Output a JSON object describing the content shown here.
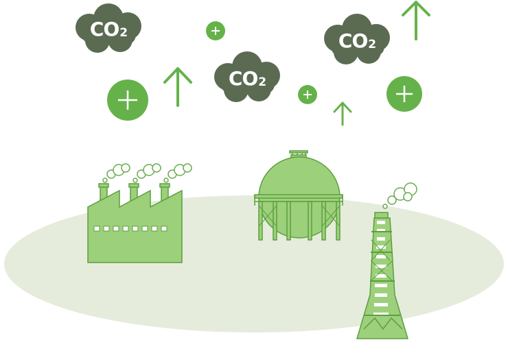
{
  "clouds": [
    {
      "main": "CO",
      "sub": "2"
    },
    {
      "main": "CO",
      "sub": "2"
    },
    {
      "main": "CO",
      "sub": "2"
    }
  ],
  "colors": {
    "co2_cloud": "#5b6b52",
    "plus_circle": "#66b24a",
    "arrow": "#66b24a",
    "facility_fill": "#9dd07b",
    "facility_stroke": "#5c9e3e",
    "ground": "#e5ecdc",
    "smoke_stroke": "#6aaa4e"
  },
  "icons": [
    "co2-cloud-icon",
    "plus-circle-icon",
    "up-arrow-icon",
    "factory-icon",
    "gas-storage-tank-icon",
    "refinery-tower-icon",
    "smoke-cloud-icon"
  ]
}
